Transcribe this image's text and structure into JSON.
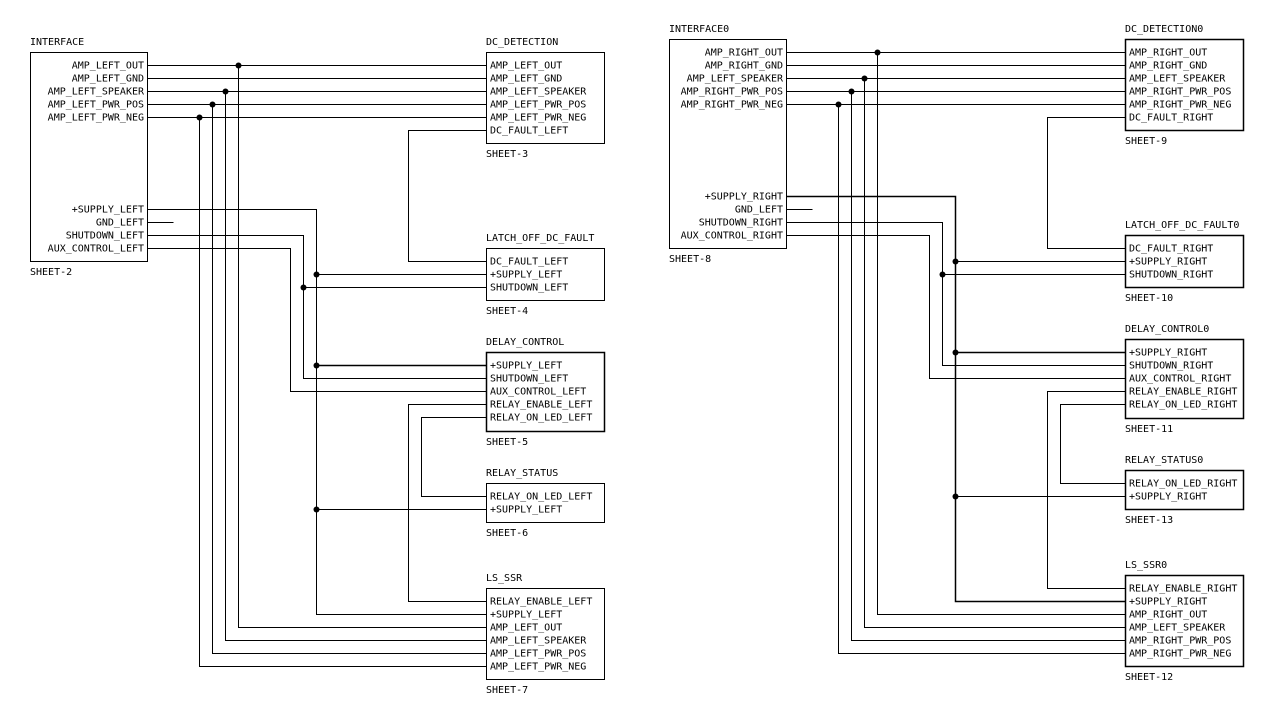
{
  "schematic": {
    "sheets": [
      {
        "id": "interface",
        "name": "INTERFACE",
        "label": "SHEET-2",
        "pin_side": "right",
        "pins": [
          "AMP_LEFT_OUT",
          "AMP_LEFT_GND",
          "AMP_LEFT_SPEAKER",
          "AMP_LEFT_PWR_POS",
          "AMP_LEFT_PWR_NEG",
          "+SUPPLY_LEFT",
          "GND_LEFT",
          "SHUTDOWN_LEFT",
          "AUX_CONTROL_LEFT"
        ]
      },
      {
        "id": "dc_detection",
        "name": "DC_DETECTION",
        "label": "SHEET-3",
        "pin_side": "left",
        "pins": [
          "AMP_LEFT_OUT",
          "AMP_LEFT_GND",
          "AMP_LEFT_SPEAKER",
          "AMP_LEFT_PWR_POS",
          "AMP_LEFT_PWR_NEG",
          "DC_FAULT_LEFT"
        ]
      },
      {
        "id": "latch_off_dc_fault",
        "name": "LATCH_OFF_DC_FAULT",
        "label": "SHEET-4",
        "pin_side": "left",
        "pins": [
          "DC_FAULT_LEFT",
          "+SUPPLY_LEFT",
          "SHUTDOWN_LEFT"
        ]
      },
      {
        "id": "delay_control",
        "name": "DELAY_CONTROL",
        "label": "SHEET-5",
        "pin_side": "left",
        "pins": [
          "+SUPPLY_LEFT",
          "SHUTDOWN_LEFT",
          "AUX_CONTROL_LEFT",
          "RELAY_ENABLE_LEFT",
          "RELAY_ON_LED_LEFT"
        ]
      },
      {
        "id": "relay_status",
        "name": "RELAY_STATUS",
        "label": "SHEET-6",
        "pin_side": "left",
        "pins": [
          "RELAY_ON_LED_LEFT",
          "+SUPPLY_LEFT"
        ]
      },
      {
        "id": "ls_ssr",
        "name": "LS_SSR",
        "label": "SHEET-7",
        "pin_side": "left",
        "pins": [
          "RELAY_ENABLE_LEFT",
          "+SUPPLY_LEFT",
          "AMP_LEFT_OUT",
          "AMP_LEFT_SPEAKER",
          "AMP_LEFT_PWR_POS",
          "AMP_LEFT_PWR_NEG"
        ]
      },
      {
        "id": "interface0",
        "name": "INTERFACE0",
        "label": "SHEET-8",
        "pin_side": "right",
        "pins": [
          "AMP_RIGHT_OUT",
          "AMP_RIGHT_GND",
          "AMP_LEFT_SPEAKER",
          "AMP_RIGHT_PWR_POS",
          "AMP_RIGHT_PWR_NEG",
          "+SUPPLY_RIGHT",
          "GND_LEFT",
          "SHUTDOWN_RIGHT",
          "AUX_CONTROL_RIGHT"
        ]
      },
      {
        "id": "dc_detection0",
        "name": "DC_DETECTION0",
        "label": "SHEET-9",
        "pin_side": "left",
        "pins": [
          "AMP_RIGHT_OUT",
          "AMP_RIGHT_GND",
          "AMP_LEFT_SPEAKER",
          "AMP_RIGHT_PWR_POS",
          "AMP_RIGHT_PWR_NEG",
          "DC_FAULT_RIGHT"
        ]
      },
      {
        "id": "latch_off_dc_fault0",
        "name": "LATCH_OFF_DC_FAULT0",
        "label": "SHEET-10",
        "pin_side": "left",
        "pins": [
          "DC_FAULT_RIGHT",
          "+SUPPLY_RIGHT",
          "SHUTDOWN_RIGHT"
        ]
      },
      {
        "id": "delay_control0",
        "name": "DELAY_CONTROL0",
        "label": "SHEET-11",
        "pin_side": "left",
        "pins": [
          "+SUPPLY_RIGHT",
          "SHUTDOWN_RIGHT",
          "AUX_CONTROL_RIGHT",
          "RELAY_ENABLE_RIGHT",
          "RELAY_ON_LED_RIGHT"
        ]
      },
      {
        "id": "relay_status0",
        "name": "RELAY_STATUS0",
        "label": "SHEET-13",
        "pin_side": "left",
        "pins": [
          "RELAY_ON_LED_RIGHT",
          "+SUPPLY_RIGHT"
        ]
      },
      {
        "id": "ls_ssr0",
        "name": "LS_SSR0",
        "label": "SHEET-12",
        "pin_side": "left",
        "pins": [
          "RELAY_ENABLE_RIGHT",
          "+SUPPLY_RIGHT",
          "AMP_RIGHT_OUT",
          "AMP_LEFT_SPEAKER",
          "AMP_RIGHT_PWR_POS",
          "AMP_RIGHT_PWR_NEG"
        ]
      }
    ]
  }
}
